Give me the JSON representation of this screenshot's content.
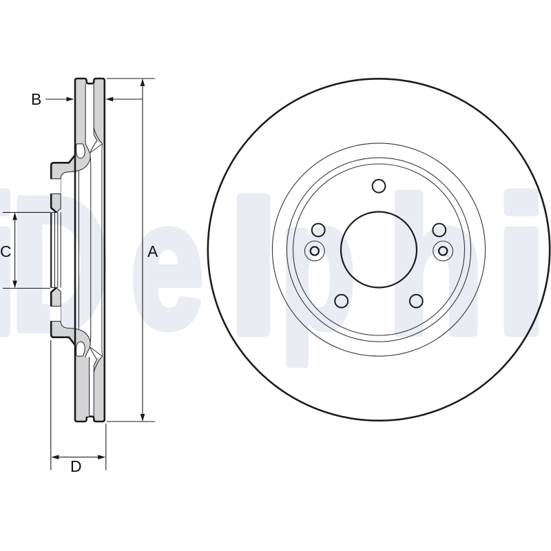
{
  "diagram": {
    "type": "technical-drawing",
    "subject": "vented brake disc (rotor), cross-section and front view",
    "views": {
      "section": "cross-section side view with dimension callouts",
      "front": "front view with bolt holes"
    },
    "labels": {
      "A": "A",
      "B": "B",
      "C": "C",
      "D": "D"
    },
    "label_meanings": {
      "A": "outer diameter",
      "B": "disc thickness",
      "C": "centre bore diameter",
      "D": "overall height"
    },
    "front_view": {
      "bolt_hole_count": 5,
      "setscrew_hole_count": 2
    }
  },
  "watermark": {
    "text": "Delphi",
    "letters": [
      "D",
      "e",
      "l",
      "p",
      "h",
      "i"
    ]
  },
  "colors": {
    "ink": "#1a1a1a",
    "thin": "#222222",
    "gray": "#d3d4d6",
    "wm": "#e9ecf3",
    "bg": "#ffffff"
  }
}
